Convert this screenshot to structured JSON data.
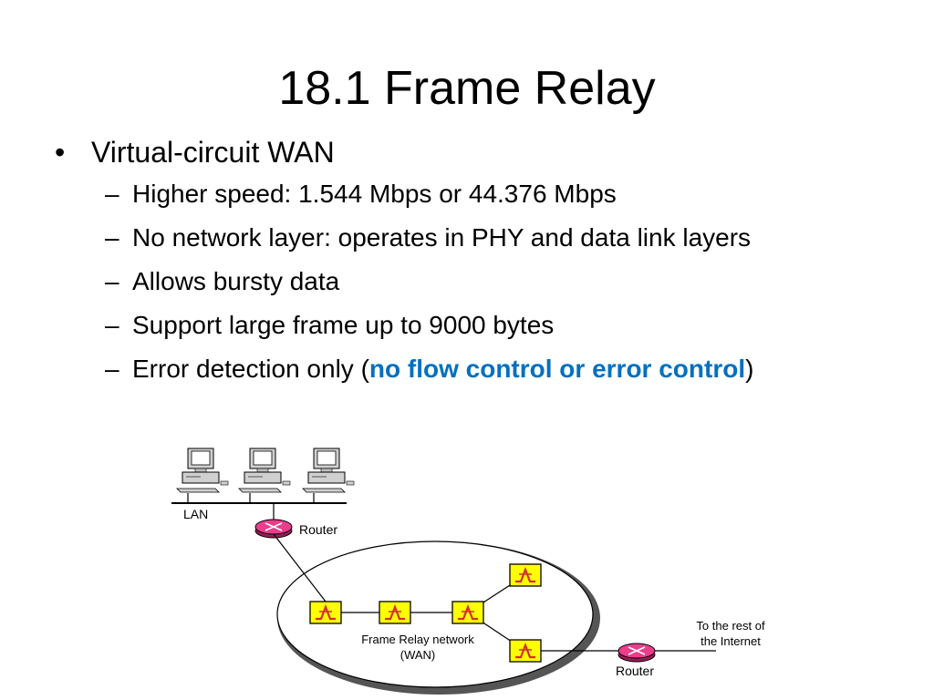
{
  "slide": {
    "title": "18.1 Frame Relay",
    "bullet_main": "Virtual-circuit WAN",
    "sub_bullets": [
      "Higher speed: 1.544 Mbps or 44.376 Mbps",
      "No network layer: operates in PHY and data link layers",
      "Allows bursty data",
      "Support large frame up to 9000 bytes"
    ],
    "last_bullet_prefix": "Error detection only (",
    "last_bullet_highlight": "no flow control or error control",
    "last_bullet_suffix": ")",
    "bullet_glyph": "•",
    "dash_glyph": "–",
    "accent_color": "#0070c0"
  },
  "diagram": {
    "lan_label": "LAN",
    "router_label_top": "Router",
    "router_label_bottom": "Router",
    "network_label_1": "Frame Relay network",
    "network_label_2": "(WAN)",
    "internet_label_1": "To the rest of",
    "internet_label_2": "the Internet",
    "switch_fill": "#ffff00",
    "router_fill": "#e83e8c"
  }
}
